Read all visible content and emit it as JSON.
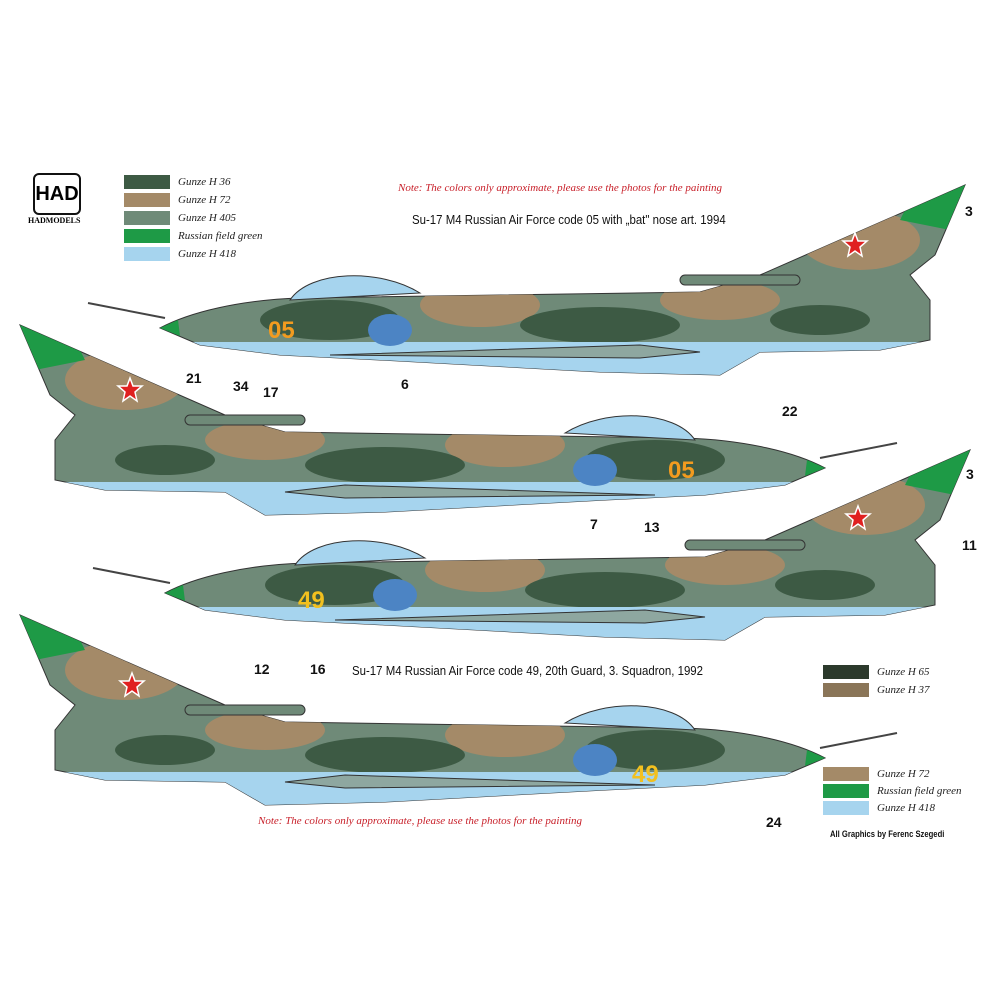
{
  "brand": {
    "logo_text": "HAD",
    "name": "HADMODELS"
  },
  "note": "Note: The colors only approximate, please use the photos for the painting",
  "legend_top": [
    {
      "label": "Gunze H 36",
      "color": "#3d5a44"
    },
    {
      "label": "Gunze H 72",
      "color": "#a48a68"
    },
    {
      "label": "Gunze H 405",
      "color": "#6f8a78"
    },
    {
      "label": "Russian field green",
      "color": "#1e9a46"
    },
    {
      "label": "Gunze H 418",
      "color": "#a6d4ee"
    }
  ],
  "legend_bottom_a": [
    {
      "label": "Gunze H 65",
      "color": "#2c3a2c"
    },
    {
      "label": "Gunze H 37",
      "color": "#8a7558"
    }
  ],
  "legend_bottom_b": [
    {
      "label": "Gunze H 72",
      "color": "#a48a68"
    },
    {
      "label": "Russian field green",
      "color": "#1e9a46"
    },
    {
      "label": "Gunze H 418",
      "color": "#a6d4ee"
    }
  ],
  "scheme1": {
    "title": "Su-17 M4 Russian Air Force code 05 with „bat\" nose art. 1994",
    "code": "05"
  },
  "scheme2": {
    "title": "Su-17 M4 Russian Air Force code 49, 20th Guard, 3. Squadron, 1992",
    "code": "49"
  },
  "callouts": [
    "3",
    "21",
    "34",
    "17",
    "6",
    "22",
    "7",
    "13",
    "3",
    "11",
    "12",
    "16",
    "24"
  ],
  "credit": "All Graphics by Ferenc Szegedi"
}
